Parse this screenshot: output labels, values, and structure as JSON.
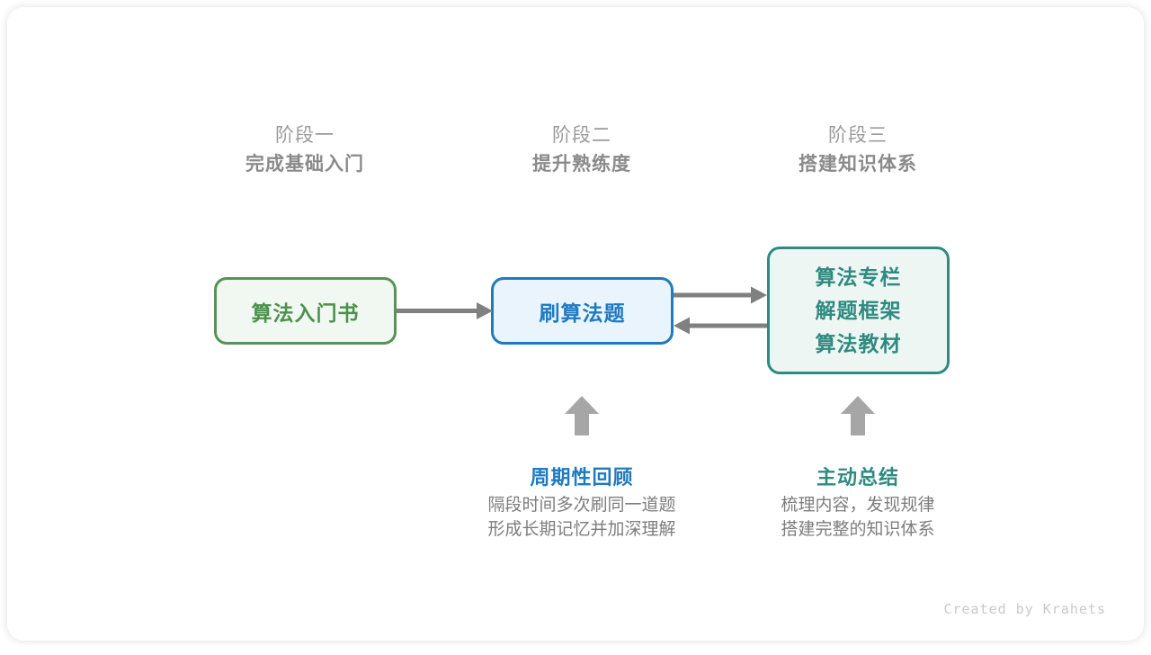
{
  "diagram": {
    "phases": [
      {
        "subtitle": "阶段一",
        "title": "完成基础入门"
      },
      {
        "subtitle": "阶段二",
        "title": "提升熟练度"
      },
      {
        "subtitle": "阶段三",
        "title": "搭建知识体系"
      }
    ],
    "nodes": [
      {
        "id": "book",
        "lines": [
          "算法入门书"
        ],
        "border_color": "#559455",
        "fill_color": "#f1f8f1",
        "text_color": "#4c914c"
      },
      {
        "id": "practice",
        "lines": [
          "刷算法题"
        ],
        "border_color": "#1f7ac0",
        "fill_color": "#eaf4fc",
        "text_color": "#1f7ac0"
      },
      {
        "id": "system",
        "lines": [
          "算法专栏",
          "解题框架",
          "算法教材"
        ],
        "border_color": "#2f8a80",
        "fill_color": "#eef6f4",
        "text_color": "#2f8a80"
      }
    ],
    "connectors": [
      {
        "name": "book-to-practice",
        "direction": "right"
      },
      {
        "name": "practice-to-system",
        "direction": "right"
      },
      {
        "name": "system-to-practice",
        "direction": "left"
      }
    ],
    "annotations": [
      {
        "id": "review",
        "icon": "arrow-up-icon",
        "title": "周期性回顾",
        "color": "#1f7ac0",
        "desc_lines": [
          "隔段时间多次刷同一道题",
          "形成长期记忆并加深理解"
        ]
      },
      {
        "id": "summary",
        "icon": "arrow-up-icon",
        "title": "主动总结",
        "color": "#2f8a80",
        "desc_lines": [
          "梳理内容，发现规律",
          "搭建完整的知识体系"
        ]
      }
    ],
    "arrow_color": "#808080",
    "credit": "Created by Krahets"
  }
}
